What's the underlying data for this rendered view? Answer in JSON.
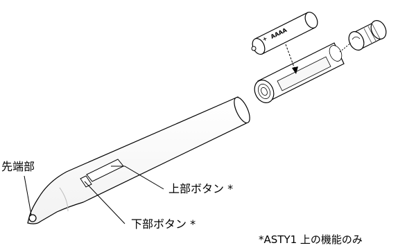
{
  "labels": {
    "tip": "先端部",
    "upper_button": "上部ボタン *",
    "lower_button": "下部ボタン *",
    "footnote": "*ASTY1 上の機能のみ"
  },
  "battery": {
    "type_label": "AAAA",
    "polarity": "+"
  }
}
